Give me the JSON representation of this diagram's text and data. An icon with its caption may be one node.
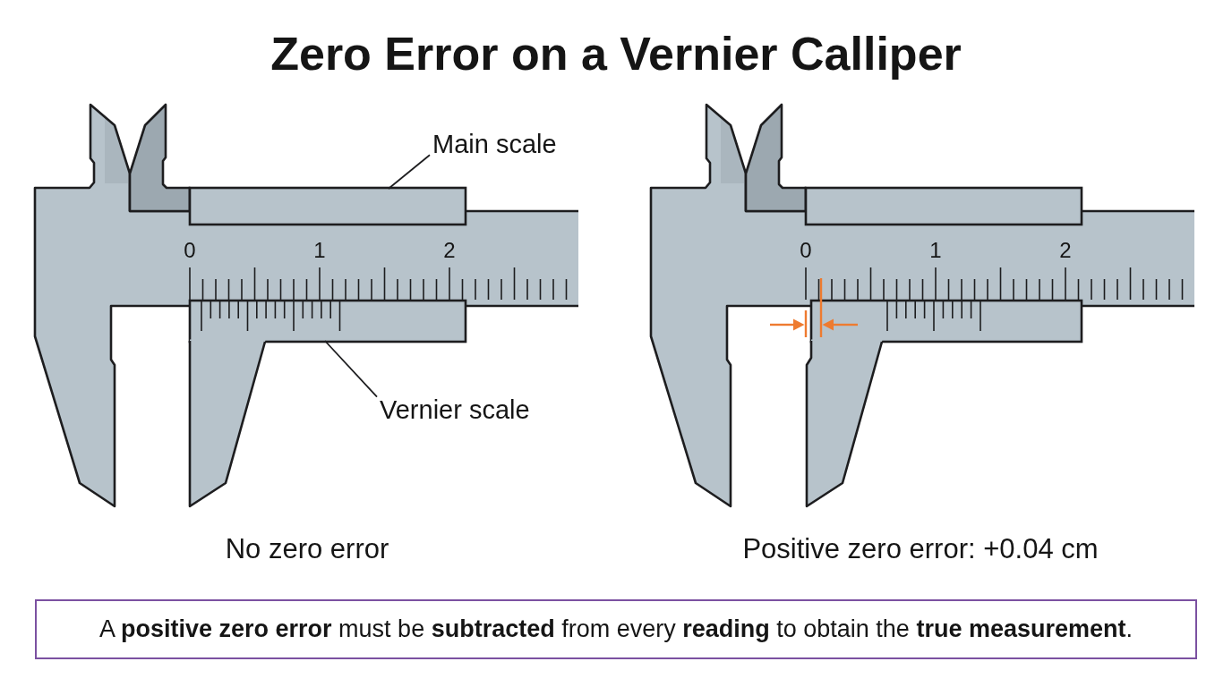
{
  "diagram": {
    "title": "Zero Error on a Vernier Calliper",
    "nodes": [
      {
        "text": [
          "Main scale"
        ]
      },
      {
        "text": [],
        "shape": "bar"
      },
      {
        "text": [],
        "shape": "bar"
      },
      {
        "text": [
          "Vernier scale"
        ]
      },
      {
        "text": [
          "A **positive zero error** must be **subtracted** from every **reading** to obtain the **true measurement**."
        ]
      }
    ],
    "edges": [
      {
        "from": 0,
        "to": 1,
        "arrow": "none"
      },
      {
        "from": 3,
        "to": 2,
        "arrow": "none"
      }
    ],
    "labels": [
      "0",
      "1",
      "2",
      "0",
      "1",
      "2",
      "No zero error",
      "Positive zero error: +0.04 cm"
    ]
  }
}
